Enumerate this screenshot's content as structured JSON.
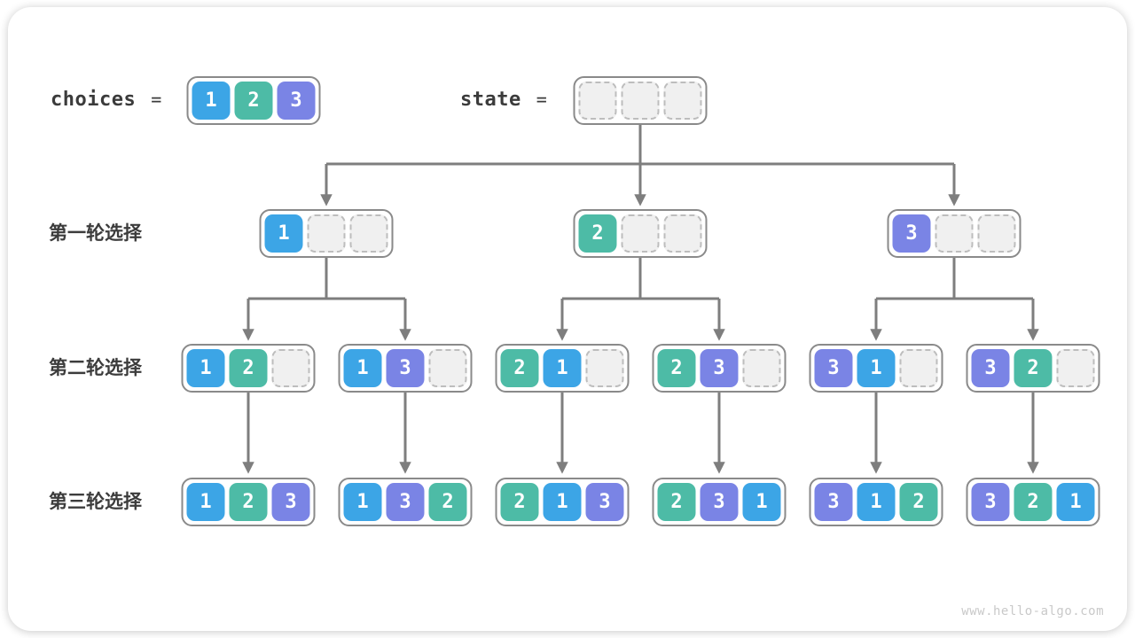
{
  "colors": {
    "1": "#3ca5e6",
    "2": "#4dbba6",
    "3": "#7a84e5",
    "line": "#7e7e7e",
    "node_border": "#8a8a8a",
    "empty_fill": "#f0f0f0",
    "empty_border": "#bdbdbd",
    "label_text": "#3c3c3c",
    "watermark_text": "#c9c9c9"
  },
  "header": {
    "choices_label": "choices",
    "choices_equals": "=",
    "choices_cells": [
      "1",
      "2",
      "3"
    ],
    "state_label": "state",
    "state_equals": "=",
    "state_cells": [
      "",
      "",
      ""
    ]
  },
  "tree": {
    "rows": [
      {
        "label": "第一轮选择",
        "nodes": [
          [
            "1",
            "",
            ""
          ],
          [
            "2",
            "",
            ""
          ],
          [
            "3",
            "",
            ""
          ]
        ]
      },
      {
        "label": "第二轮选择",
        "nodes": [
          [
            "1",
            "2",
            ""
          ],
          [
            "1",
            "3",
            ""
          ],
          [
            "2",
            "1",
            ""
          ],
          [
            "2",
            "3",
            ""
          ],
          [
            "3",
            "1",
            ""
          ],
          [
            "3",
            "2",
            ""
          ]
        ]
      },
      {
        "label": "第三轮选择",
        "nodes": [
          [
            "1",
            "2",
            "3"
          ],
          [
            "1",
            "3",
            "2"
          ],
          [
            "2",
            "1",
            "3"
          ],
          [
            "2",
            "3",
            "1"
          ],
          [
            "3",
            "1",
            "2"
          ],
          [
            "3",
            "2",
            "1"
          ]
        ]
      }
    ]
  },
  "footer": {
    "watermark": "www.hello-algo.com"
  }
}
